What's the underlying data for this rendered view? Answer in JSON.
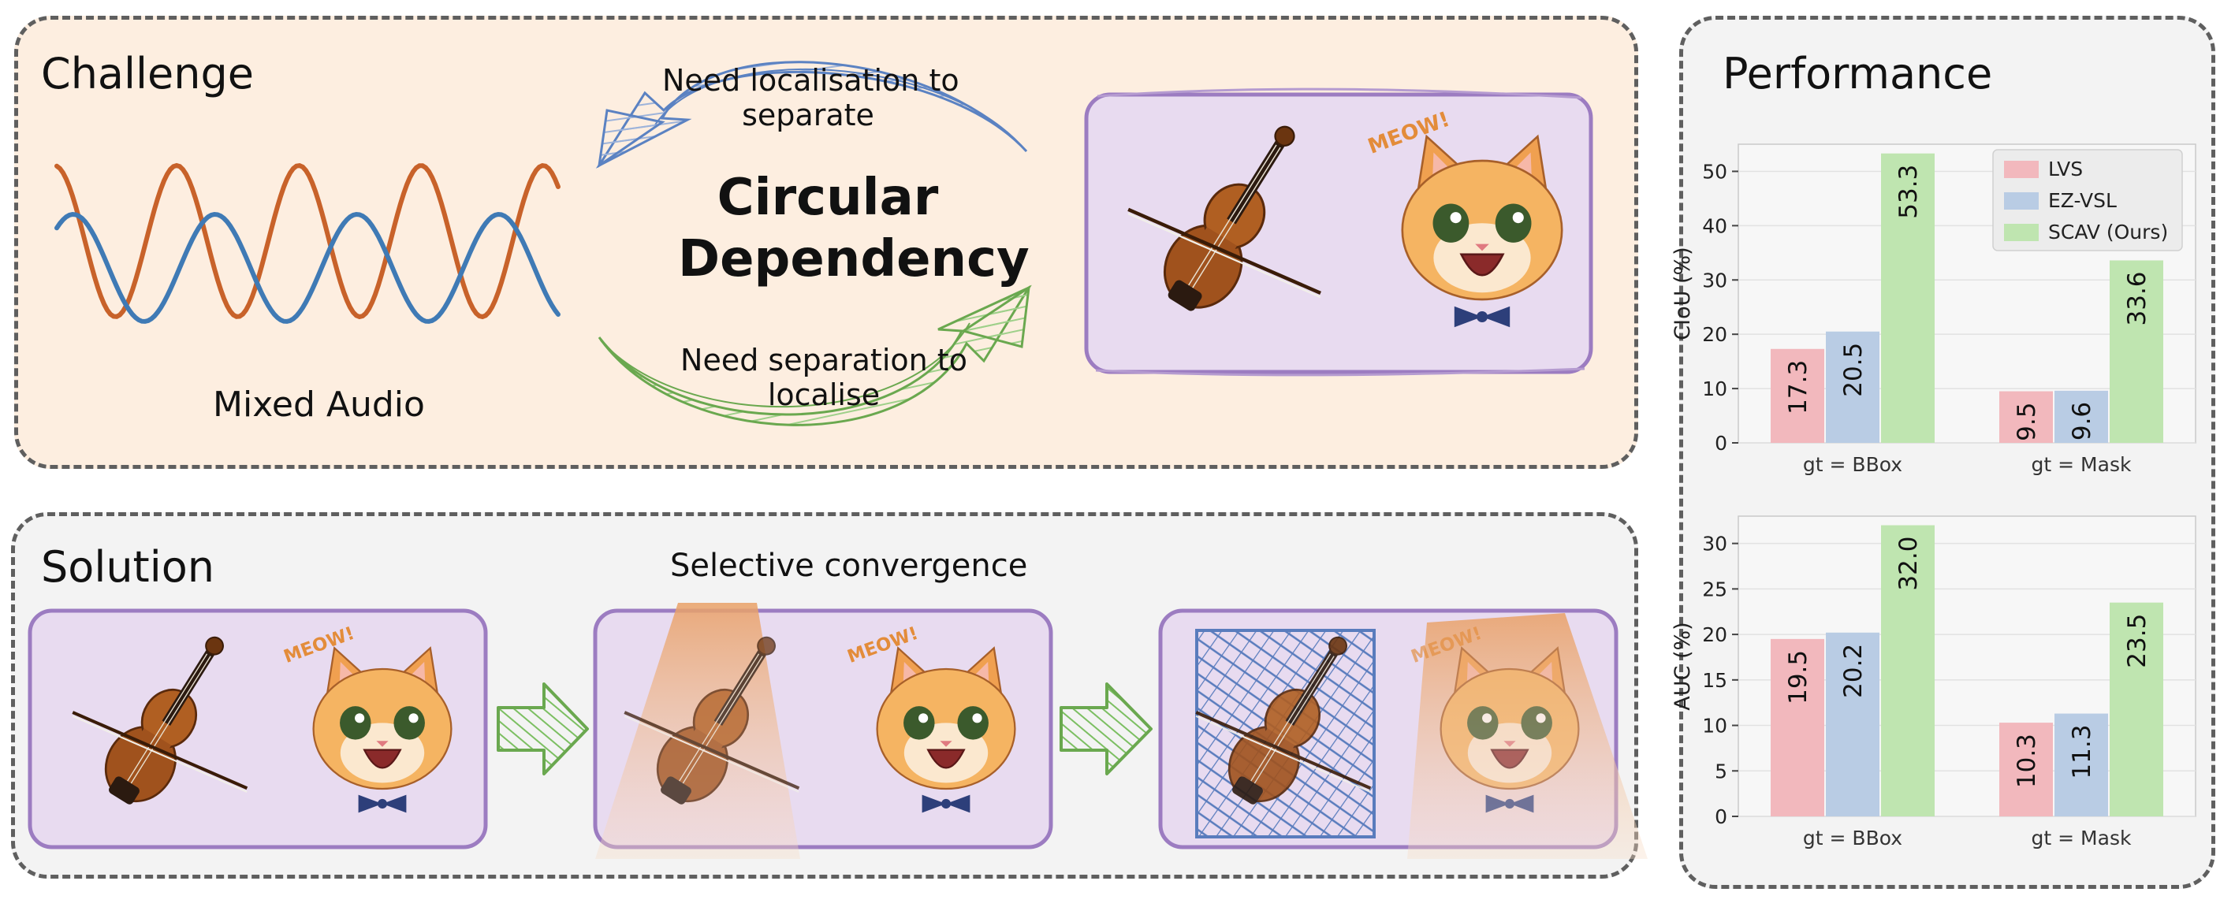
{
  "challenge": {
    "title": "Challenge",
    "mixed_audio_label": "Mixed Audio",
    "top_arrow_label": [
      "Need localisation to",
      "separate"
    ],
    "bottom_arrow_label": [
      "Need separation to",
      "localise"
    ],
    "center_label": [
      "Circular",
      "Dependency"
    ],
    "sound_text": "MEOW!"
  },
  "solution": {
    "title": "Solution",
    "caption": "Selective convergence",
    "sound_text": "MEOW!"
  },
  "performance": {
    "title": "Performance"
  },
  "colors": {
    "wave_orange": "#c8622a",
    "wave_blue": "#3f7ab5",
    "lvs": "#f2b8bd",
    "ezvsl": "#b9cce4",
    "scav": "#bfe5b0",
    "arrow_blue": "#5b82c2",
    "arrow_green": "#6aa84f",
    "card_purple": "#e8dbf0",
    "card_border": "#9c7cc1"
  },
  "chart_data": [
    {
      "type": "bar",
      "ylabel": "CIoU (%)",
      "categories": [
        "gt = BBox",
        "gt = Mask"
      ],
      "series": [
        {
          "name": "LVS",
          "values": [
            17.3,
            9.5
          ]
        },
        {
          "name": "EZ-VSL",
          "values": [
            20.5,
            9.6
          ]
        },
        {
          "name": "SCAV (Ours)",
          "values": [
            53.3,
            33.6
          ]
        }
      ],
      "ylim": [
        0,
        55
      ],
      "yticks": [
        0,
        10,
        20,
        30,
        40,
        50
      ],
      "legend": "top-right",
      "grid": true
    },
    {
      "type": "bar",
      "ylabel": "AUC (%)",
      "categories": [
        "gt = BBox",
        "gt = Mask"
      ],
      "series": [
        {
          "name": "LVS",
          "values": [
            19.5,
            10.3
          ]
        },
        {
          "name": "EZ-VSL",
          "values": [
            20.2,
            11.3
          ]
        },
        {
          "name": "SCAV (Ours)",
          "values": [
            32.0,
            23.5
          ]
        }
      ],
      "ylim": [
        0,
        33
      ],
      "yticks": [
        0,
        5,
        10,
        15,
        20,
        25,
        30
      ],
      "legend": "none",
      "grid": true
    }
  ]
}
